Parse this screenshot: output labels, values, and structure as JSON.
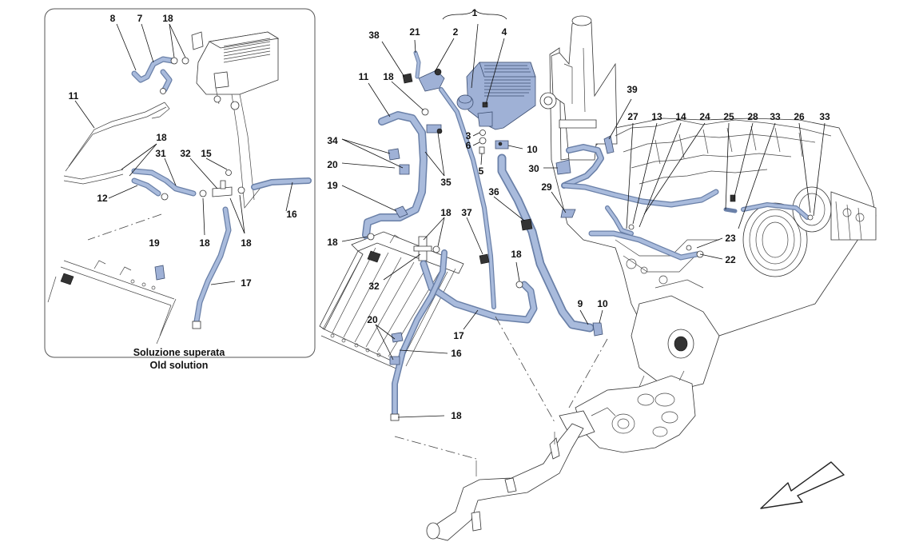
{
  "inset": {
    "caption_it": "Soluzione superata",
    "caption_en": "Old solution",
    "callouts": [
      "8",
      "7",
      "18",
      "11",
      "18",
      "31",
      "32",
      "15",
      "12",
      "18",
      "18",
      "16",
      "19",
      "17"
    ]
  },
  "main": {
    "callouts": [
      "1",
      "38",
      "21",
      "2",
      "4",
      "11",
      "18",
      "34",
      "35",
      "20",
      "19",
      "18",
      "32",
      "18",
      "37",
      "36",
      "3",
      "6",
      "5",
      "10",
      "30",
      "29",
      "39",
      "27",
      "13",
      "14",
      "24",
      "25",
      "28",
      "33",
      "26",
      "33",
      "23",
      "22",
      "18",
      "9",
      "10",
      "17",
      "20",
      "16",
      "18"
    ]
  },
  "colors": {
    "hose": "#9fb1d6",
    "hose_outline": "#6a80a8",
    "line_art": "#333333",
    "background": "#ffffff"
  },
  "icons": {
    "direction_arrow": "arrow-down-left-icon"
  }
}
